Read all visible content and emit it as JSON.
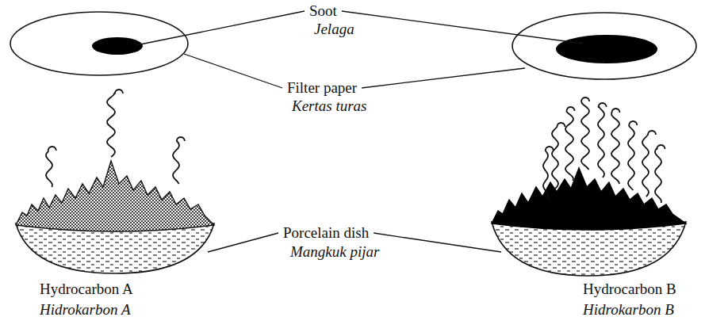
{
  "diagram": {
    "labels": [
      "Soot",
      "Jelaga",
      "Filter paper",
      "Kertas turas",
      "Porcelain dish",
      "Mangkuk pijar",
      "Hydrocarbon A",
      "Hidrokarbon A",
      "Hydrocarbon B",
      "Hidrokarbon B"
    ]
  }
}
